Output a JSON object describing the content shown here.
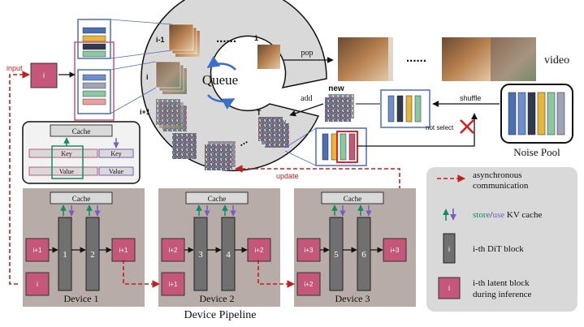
{
  "queue": {
    "title": "Queue",
    "frame_labels": [
      "i-1",
      "i",
      "i+1",
      "T"
    ],
    "dots": "......",
    "first_frame_label": "1",
    "pop_label": "pop",
    "video_label": "video",
    "video_dots": "......",
    "add_label": "add",
    "new_label": "new"
  },
  "noise": {
    "shuffle_label": "shuffle",
    "not_select_label": "not select",
    "pool_label": "Noise Pool",
    "pool_colors": [
      "#4a6fb5",
      "#2f3a4f",
      "#e8b43a",
      "#8cc7a4",
      "#6b8fcf",
      "#a0a4b8"
    ]
  },
  "flow": {
    "input_label": "input",
    "update_label": "update"
  },
  "cache_detail": {
    "cache_label": "Cache",
    "key_label": "Key",
    "value_label": "Value"
  },
  "devices": [
    {
      "name": "Device 1",
      "cache": "Cache",
      "block_a": "1",
      "block_b": "2",
      "latent_in": "i+1",
      "latent_out": "i+1",
      "latent_prev": "i"
    },
    {
      "name": "Device 2",
      "cache": "Cache",
      "block_a": "3",
      "block_b": "4",
      "latent_in": "i+2",
      "latent_out": "i+2",
      "latent_prev": "i+1"
    },
    {
      "name": "Device 3",
      "cache": "Cache",
      "block_a": "5",
      "block_b": "6",
      "latent_in": "i+3",
      "latent_out": "i+3",
      "latent_prev": "i+2"
    }
  ],
  "pipeline_label": "Device Pipeline",
  "left_latent": "i",
  "legend": {
    "async_label": "asynchronous\ncommunication",
    "store_label": "store",
    "slash": "/",
    "use_label": "use",
    "kv_label": " KV cache",
    "dit_icon": "i",
    "dit_label": "i-th DiT block",
    "latent_icon": "i",
    "latent_label": "i-th latent block\nduring inference"
  },
  "colors": {
    "latent_fill": "#c4577a",
    "block_fill": "#707070",
    "device_bg": "#b7aca7",
    "legend_bg": "#d9d9d9",
    "async_red": "#c0201c",
    "store_green": "#138a64",
    "use_purple": "#7a5cc2",
    "stack_blue": "#4a6fb5"
  }
}
